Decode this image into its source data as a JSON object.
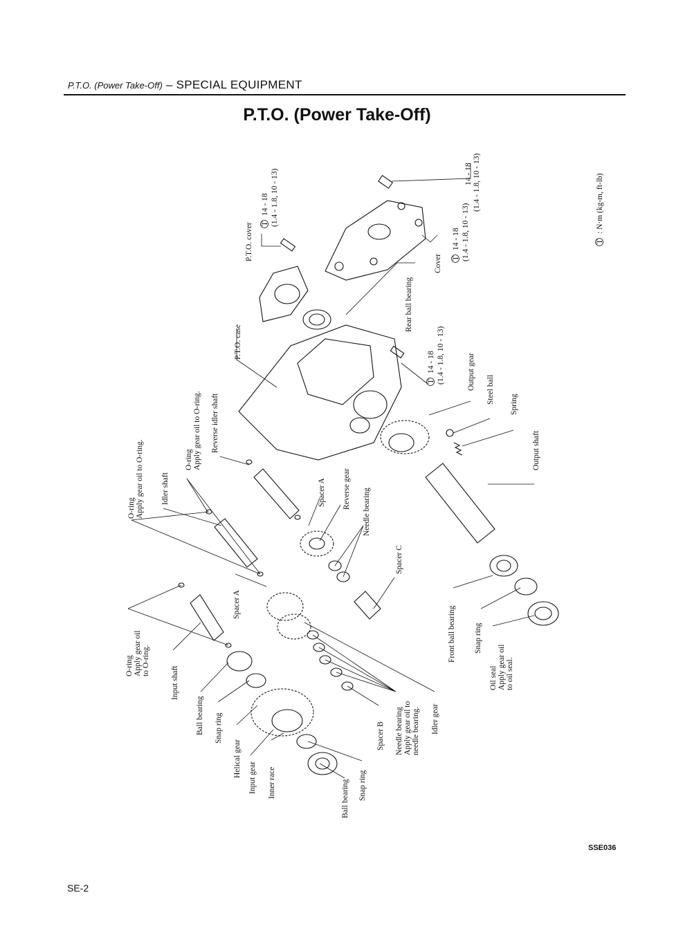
{
  "header": {
    "section_italic": "P.T.O. (Power Take-Off)",
    "separator": " – ",
    "section": "SPECIAL EQUIPMENT"
  },
  "title": "P.T.O. (Power Take-Off)",
  "legend": {
    "symbol": "T",
    "text": ": N·m (kg-m, ft-lb)"
  },
  "labels": {
    "pto_cover": "P.T.O. cover",
    "pto_case": "P.T.O. case",
    "rear_ball_bearing": "Rear ball bearing",
    "cover": "Cover",
    "output_gear": "Output gear",
    "steel_ball": "Steel ball",
    "spring": "Spring",
    "output_shaft": "Output shaft",
    "front_ball_bearing": "Front ball bearing",
    "snap_ring": "Snap ring",
    "oil_seal": "Oil seal",
    "oil_seal_note1": "Apply gear oil",
    "oil_seal_note2": "to oil seal.",
    "spacer_c": "Spacer C",
    "needle_bearing": "Needle bearing",
    "reverse_gear": "Reverse gear",
    "spacer_a": "Spacer A",
    "reverse_idler_shaft": "Reverse idler shaft",
    "oring": "O-ring",
    "oring_note_1": "Apply gear oil to O-ring.",
    "idler_shaft": "Idler shaft",
    "input_shaft": "Input shaft",
    "oring_note_a": "Apply gear oil",
    "oring_note_b": "to O-ring.",
    "ball_bearing": "Ball bearing",
    "helical_gear": "Helical gear",
    "input_gear": "Input gear",
    "inner_race": "Inner race",
    "spacer_b": "Spacer B",
    "needle_note1": "Apply gear oil to",
    "needle_note2": "needle bearing.",
    "idler_gear": "Idler gear"
  },
  "torques": {
    "t_nm": "14 - 18",
    "t_kg": "(1.4 - 1.8, 10 - 13)"
  },
  "code": "SSE036",
  "page_number": "SE-2"
}
